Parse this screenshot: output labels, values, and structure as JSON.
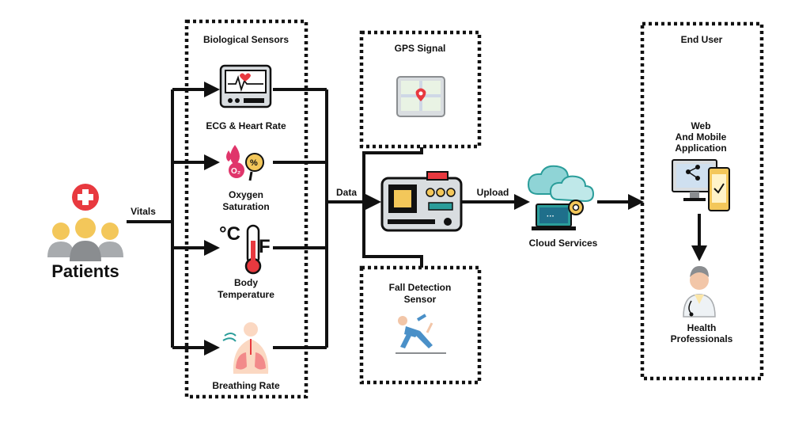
{
  "patients": {
    "label": "Patients"
  },
  "edges": {
    "vitals": "Vitals",
    "data": "Data",
    "upload": "Upload"
  },
  "sensors": {
    "title": "Biological Sensors",
    "items": [
      {
        "line1": "ECG & Heart Rate",
        "line2": "",
        "icon": "ecg-monitor-icon"
      },
      {
        "line1": "Oxygen",
        "line2": "Saturation",
        "icon": "oxygen-drop-icon"
      },
      {
        "line1": "Body",
        "line2": "Temperature",
        "icon": "thermometer-icon"
      },
      {
        "line1": "Breathing Rate",
        "line2": "",
        "icon": "lungs-icon"
      }
    ]
  },
  "gps": {
    "title": "GPS Signal",
    "icon": "map-pin-tablet-icon"
  },
  "fall": {
    "title_line1": "Fall Detection",
    "title_line2": "Sensor",
    "icon": "falling-person-icon"
  },
  "controller": {
    "icon": "microcontroller-board-icon"
  },
  "cloud": {
    "label": "Cloud Services",
    "icon": "cloud-laptop-icon"
  },
  "end_user": {
    "title": "End User",
    "app": {
      "line1": "Web",
      "line2": "And Mobile",
      "line3": "Application",
      "icon": "web-mobile-app-icon"
    },
    "pros": {
      "line1": "Health",
      "line2": "Professionals",
      "icon": "doctor-icon"
    }
  },
  "colors": {
    "accent_red": "#e8393f",
    "teal": "#2a9d9a",
    "dark": "#111111",
    "person_gold": "#f3c75a",
    "person_grey": "#a8abae",
    "skin": "#f2c6a8"
  }
}
